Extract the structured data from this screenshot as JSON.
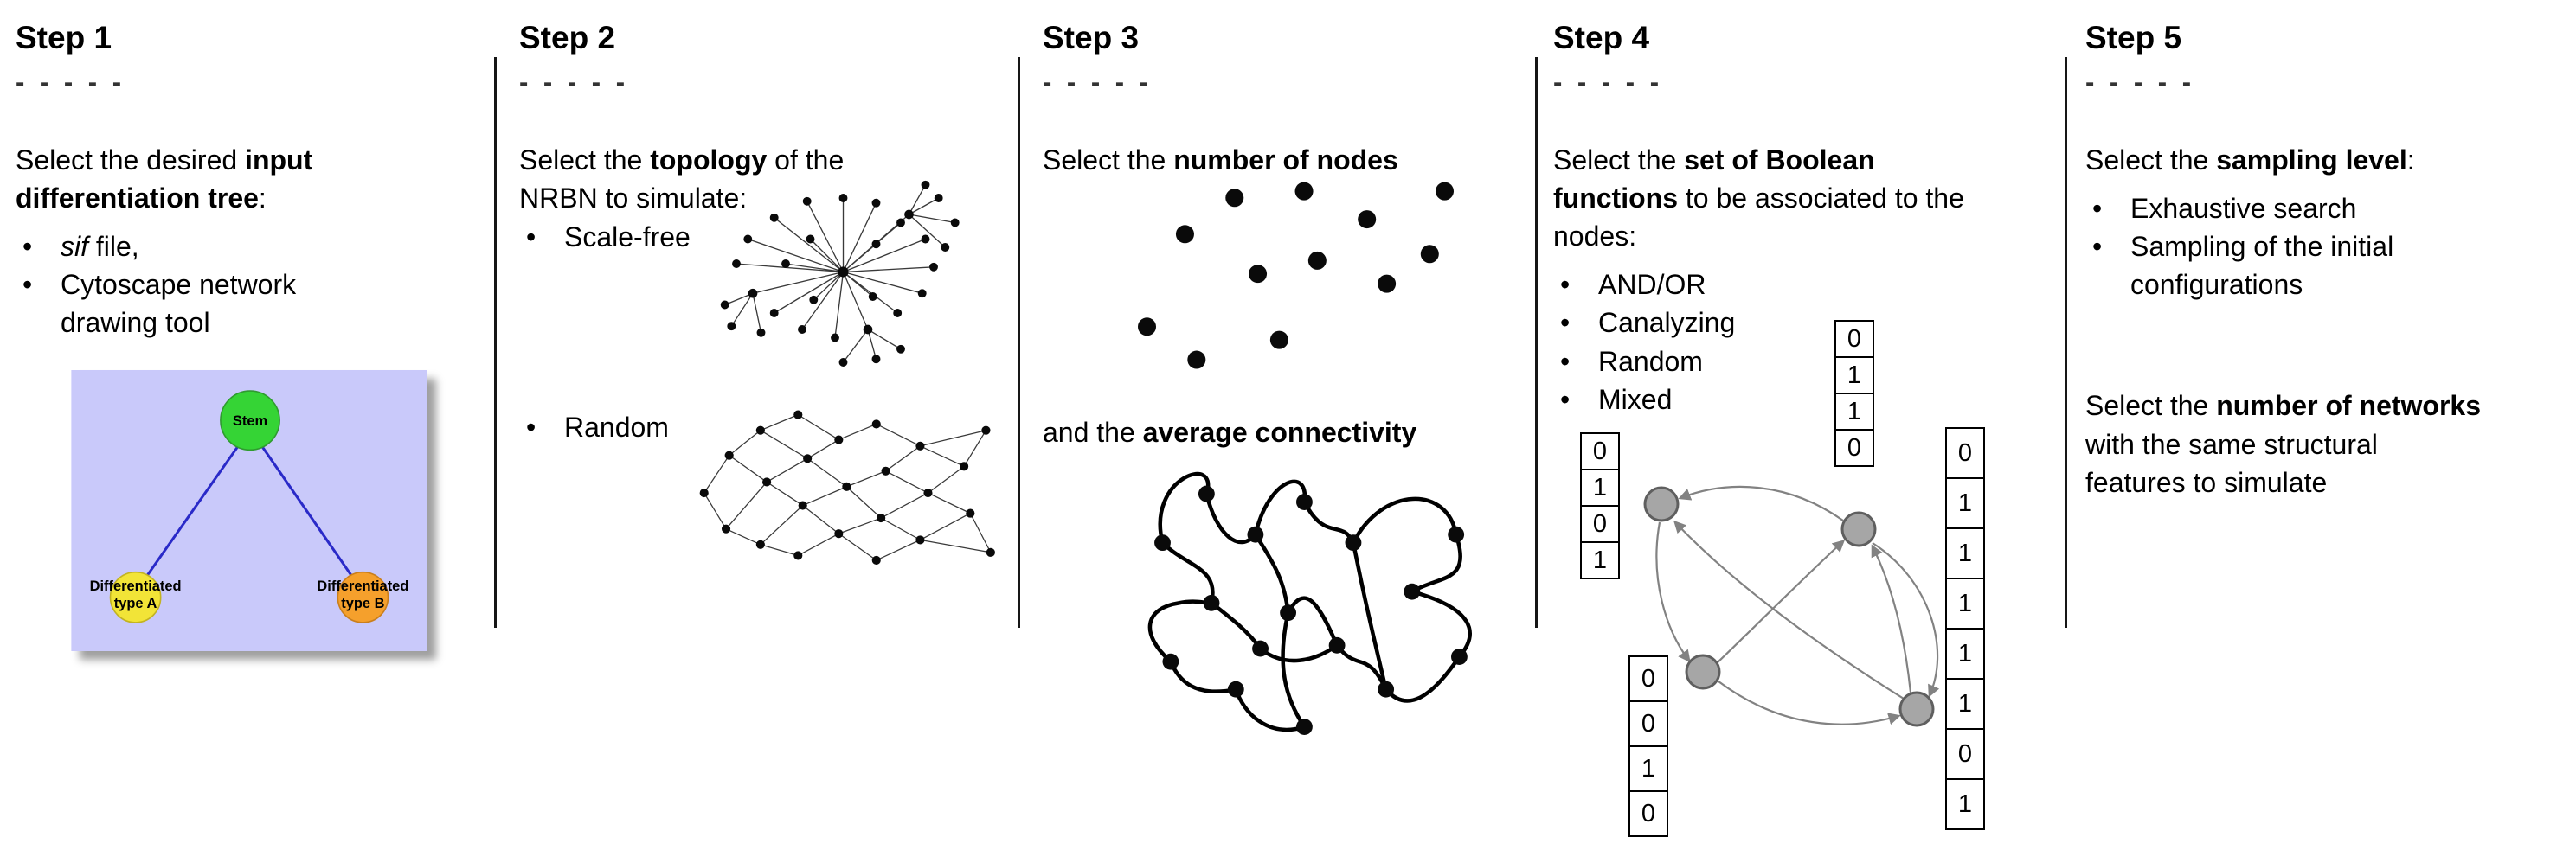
{
  "figure": {
    "dashes": "- - - - -"
  },
  "step1": {
    "title": "Step 1",
    "intro": {
      "pre": "Select the desired ",
      "bold": "input differentiation tree",
      "post": ":"
    },
    "bullet1": {
      "italic": "sif",
      "rest": " file,"
    },
    "bullet2": "Cytoscape network drawing tool",
    "tree": {
      "root_label": "Stem",
      "leaf_a_line1": "Differentiated",
      "leaf_a_line2": "type A",
      "leaf_b_line1": "Differentiated",
      "leaf_b_line2": "type B",
      "colors": {
        "background": "#c9c9fa",
        "root": "#35d435",
        "leaf_a": "#f2e437",
        "leaf_b": "#f5a02c",
        "edge": "#2a2ac8"
      }
    }
  },
  "step2": {
    "title": "Step 2",
    "intro": {
      "pre": "Select the ",
      "bold": "topology",
      "post": " of the NRBN to simulate:"
    },
    "bullet1": "Scale-free",
    "bullet2": "Random"
  },
  "step3": {
    "title": "Step 3",
    "line1": {
      "pre": "Select the ",
      "bold": "number of nodes"
    },
    "line2": {
      "pre": "and the ",
      "bold": "average connectivity"
    }
  },
  "step4": {
    "title": "Step 4",
    "intro": {
      "pre": "Select the ",
      "bold": "set of Boolean functions",
      "post": " to be associated to the nodes:"
    },
    "bullets": [
      "AND/OR",
      "Canalyzing",
      "Random",
      "Mixed"
    ],
    "tables": {
      "top": [
        "0",
        "1",
        "1",
        "0"
      ],
      "left": [
        "0",
        "1",
        "0",
        "1"
      ],
      "right": [
        "0",
        "1",
        "1",
        "1",
        "1",
        "1",
        "0",
        "1"
      ],
      "bottom": [
        "0",
        "0",
        "1",
        "0"
      ]
    }
  },
  "step5": {
    "title": "Step 5",
    "p1": {
      "pre": "Select the ",
      "bold": "sampling level",
      "post": ":"
    },
    "bullets": [
      "Exhaustive search",
      "Sampling of the initial configurations"
    ],
    "p2": {
      "pre": "Select the ",
      "bold": "number of networks",
      "post": " with the same structural features to simulate"
    }
  }
}
